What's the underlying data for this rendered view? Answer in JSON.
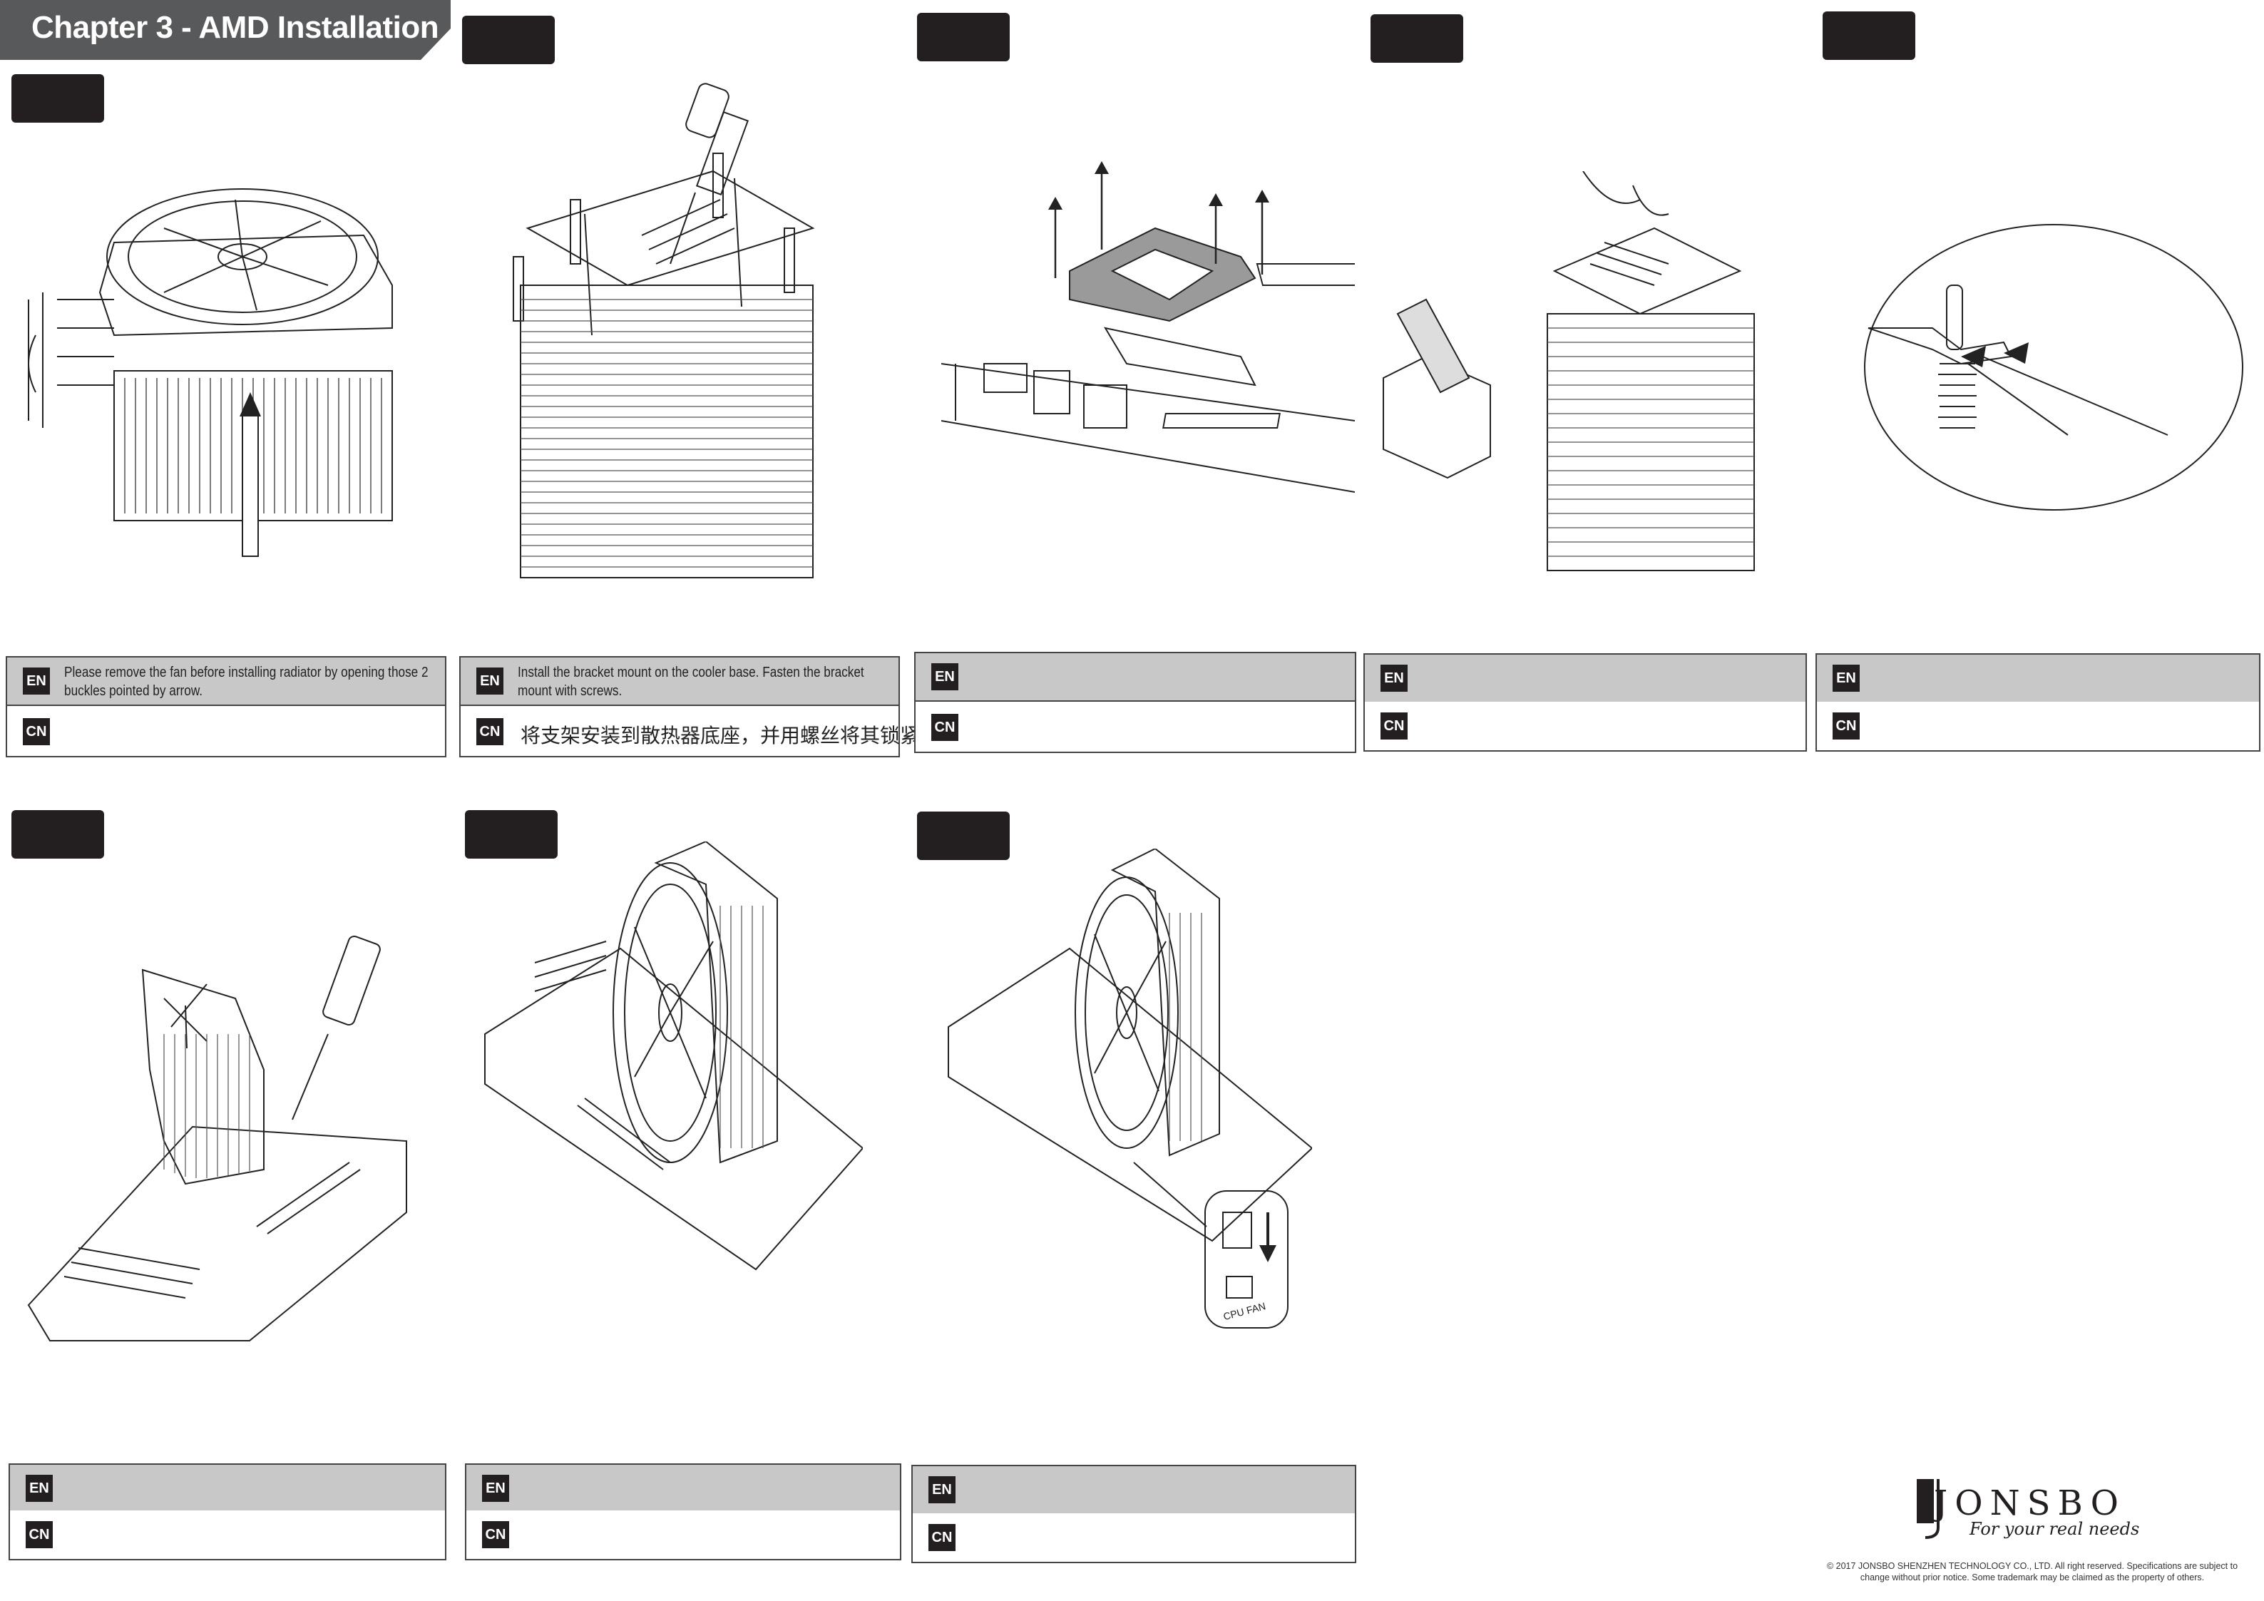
{
  "chapter_title": "Chapter 3 - AMD Installation",
  "steps": [
    {
      "en": "Please remove the fan before installing radiator by opening those 2 buckles pointed by arrow.",
      "cn": ""
    },
    {
      "en": "Install the bracket mount on the cooler base. Fasten the bracket mount with screws.",
      "cn": "将支架安装到散热器底座，并用螺丝将其锁紧。"
    },
    {
      "en": "",
      "cn": ""
    },
    {
      "en": "",
      "cn": ""
    },
    {
      "en": "",
      "cn": ""
    },
    {
      "en": "",
      "cn": ""
    },
    {
      "en": "",
      "cn": ""
    },
    {
      "en": "",
      "cn": ""
    }
  ],
  "labels": {
    "en": "EN",
    "cn": "CN"
  },
  "connector_label": "CPU FAN",
  "brand": {
    "name": "JONSBO",
    "tagline": "For your real needs"
  },
  "copyright": "© 2017 JONSBO SHENZHEN TECHNOLOGY CO., LTD. All right reserved. Specifications are subject to change without prior notice. Some trademark may be claimed as the property of others."
}
